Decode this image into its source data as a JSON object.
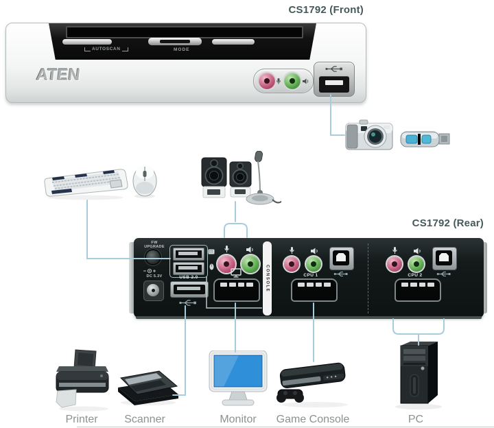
{
  "front": {
    "title": "CS1792 (Front)",
    "autoscan": "AUTOSCAN",
    "mode": "MODE",
    "brand": "ATEN"
  },
  "rear": {
    "title": "CS1792 (Rear)",
    "fw_line1": "FW",
    "fw_line2": "UPGRADE",
    "dc": "DC 5.3V",
    "usb": "USB 2.0",
    "console": "CONSOLE",
    "cpu1": "CPU 1",
    "cpu2": "CPU 2"
  },
  "devices": [
    {
      "label": "Printer"
    },
    {
      "label": "Scanner"
    },
    {
      "label": "Monitor"
    },
    {
      "label": "Game Console"
    },
    {
      "label": "PC"
    }
  ],
  "icons": [
    "usb-trident",
    "microphone",
    "speaker",
    "keyboard",
    "mouse",
    "monitor",
    "power-polarity",
    "camera-lens"
  ],
  "colors": {
    "cable": "#a7cddd",
    "title_text": "#45585a",
    "device_label": "#8b9191",
    "panel_dark": "#141a1a",
    "jack_pink": "#c2587a",
    "jack_green": "#5aa84e",
    "screen_blue": "#2f8fd8"
  }
}
